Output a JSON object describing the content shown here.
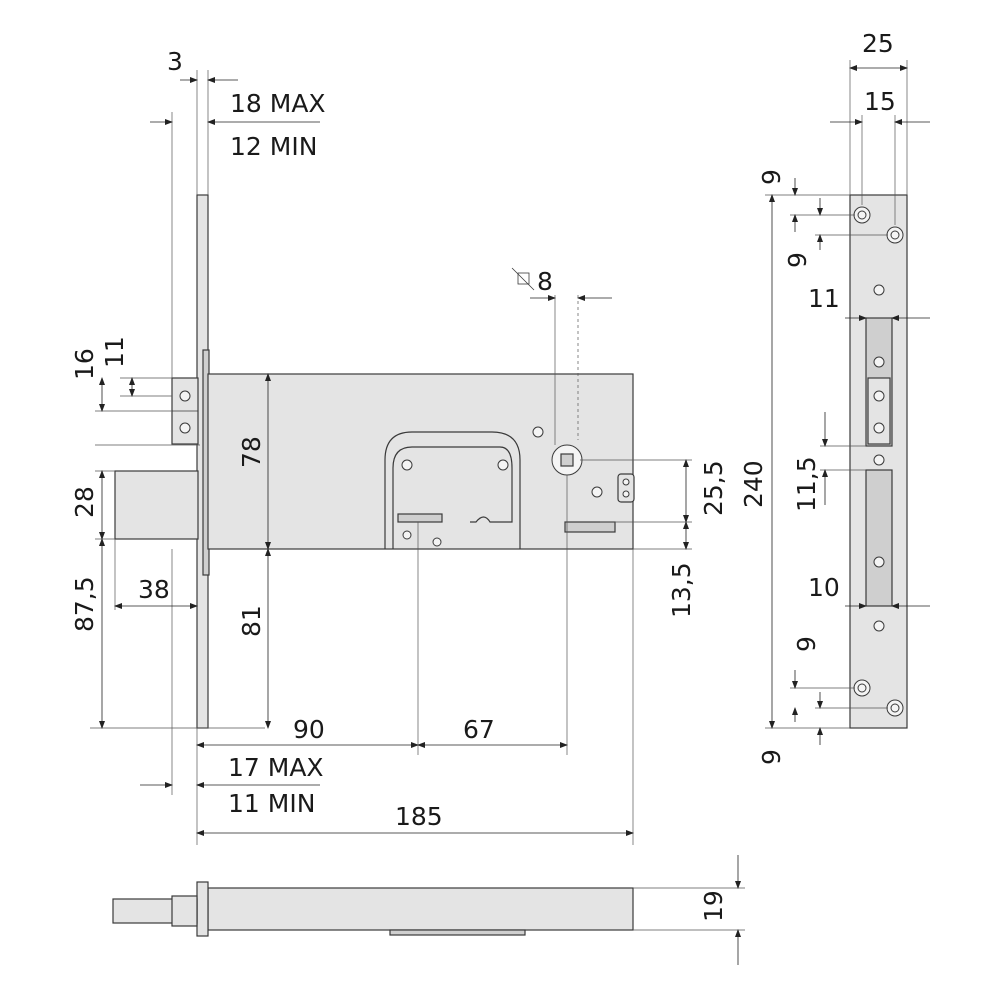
{
  "dimensions": {
    "faceplate_thickness": "3",
    "door_max_top": "18 MAX",
    "door_min_top": "12 MIN",
    "latch_height": "16",
    "latch_gap": "11",
    "bolt_height": "28",
    "bolt_throw": "38",
    "bolt_to_bottom": "87,5",
    "case_upper": "78",
    "case_lower": "81",
    "spindle_square": "8",
    "spindle_to_key": "25,5",
    "key_to_bottom": "13,5",
    "backset": "90",
    "spindle_to_cylinder": "67",
    "door_max_bottom": "17 MAX",
    "door_min_bottom": "11 MIN",
    "case_length": "185",
    "case_thickness": "19",
    "plate_width": "25",
    "plate_inner_width": "15",
    "hole_spacing_top_a": "9",
    "hole_spacing_top_b": "9",
    "latch_slot": "11",
    "slot_gap": "11,5",
    "bolt_slot": "10",
    "plate_length": "240",
    "hole_spacing_bottom_a": "9",
    "hole_spacing_bottom_b": "9"
  }
}
